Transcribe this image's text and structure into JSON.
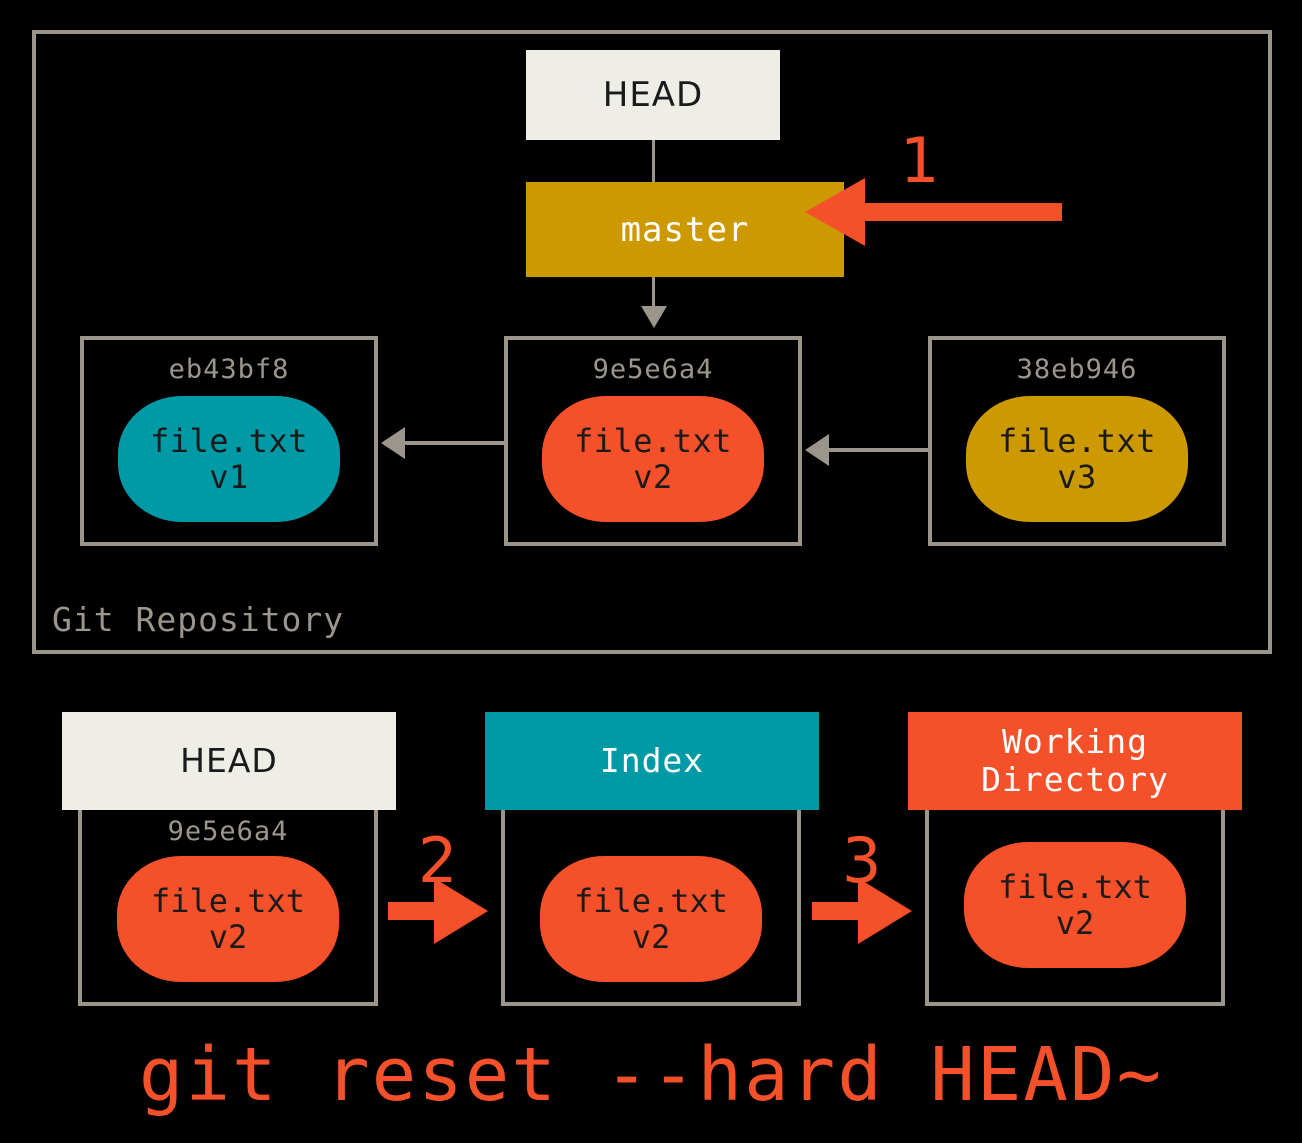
{
  "colors": {
    "background": "#000000",
    "frame_border": "#9c958c",
    "head_fill": "#eeeee6",
    "branch_fill": "#cc9900",
    "teal": "#009aa6",
    "orange_red": "#f4502a",
    "gold": "#cc9900",
    "text_dark": "#1a1a1a",
    "text_white": "#ffffff",
    "muted": "#9c958c"
  },
  "repository": {
    "label": "Git Repository",
    "head": {
      "label": "HEAD"
    },
    "branch": {
      "label": "master"
    },
    "commits": [
      {
        "hash": "eb43bf8",
        "file": "file.txt",
        "version": "v1",
        "color": "#009aa6"
      },
      {
        "hash": "9e5e6a4",
        "file": "file.txt",
        "version": "v2",
        "color": "#f4502a"
      },
      {
        "hash": "38eb946",
        "file": "file.txt",
        "version": "v3",
        "color": "#cc9900"
      }
    ],
    "callout": {
      "number": "1"
    }
  },
  "stages": [
    {
      "title": "HEAD",
      "title_line2": "",
      "hash": "9e5e6a4",
      "file": "file.txt",
      "version": "v2",
      "blob_color": "#f4502a"
    },
    {
      "title": "Index",
      "title_line2": "",
      "hash": "",
      "file": "file.txt",
      "version": "v2",
      "blob_color": "#f4502a"
    },
    {
      "title": "Working",
      "title_line2": "Directory",
      "hash": "",
      "file": "file.txt",
      "version": "v2",
      "blob_color": "#f4502a"
    }
  ],
  "steps": [
    {
      "number": "2"
    },
    {
      "number": "3"
    }
  ],
  "command": "git reset --hard HEAD~"
}
